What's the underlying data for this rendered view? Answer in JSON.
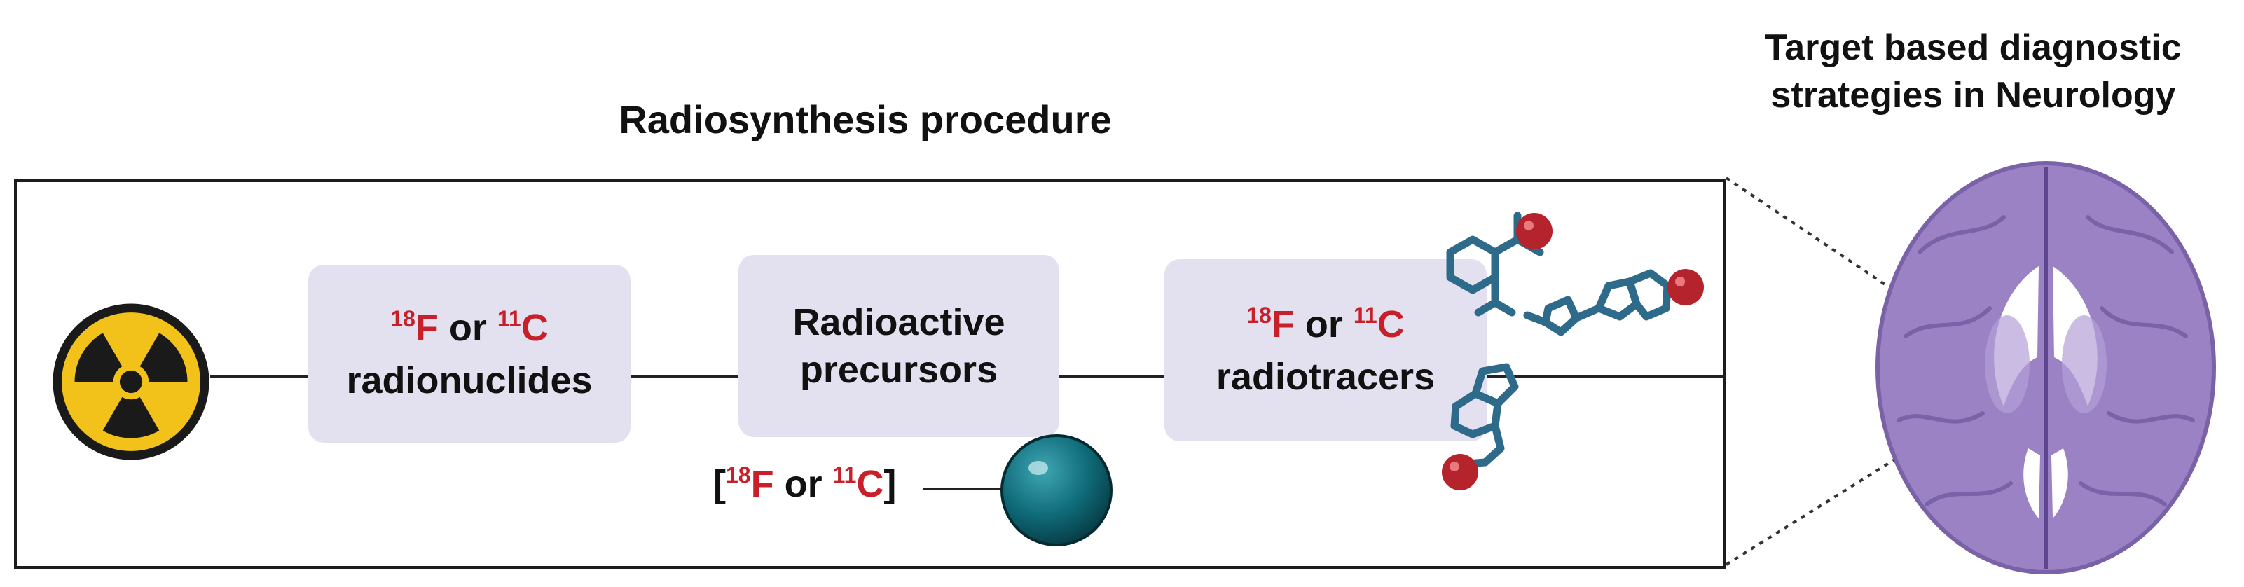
{
  "titles": {
    "procedure": "Radiosynthesis procedure",
    "target_line1": "Target based diagnostic",
    "target_line2": "strategies in Neurology"
  },
  "boxes": [
    {
      "iso1": "18",
      "el1": "F",
      "or": " or ",
      "iso2": "11",
      "el2": "C",
      "text": "radionuclides"
    },
    {
      "line1": "Radioactive",
      "line2": "precursors"
    },
    {
      "iso1": "18",
      "el1": "F",
      "or": " or ",
      "iso2": "11",
      "el2": "C",
      "text": "radiotracers"
    }
  ],
  "precursor_label": {
    "open": "[",
    "iso1": "18",
    "el1": "F",
    "or": " or ",
    "iso2": "11",
    "el2": "C",
    "close": "]"
  },
  "icons": [
    "radiation-icon",
    "precursor-sphere-icon",
    "molecule-icon",
    "brain-icon"
  ],
  "colors": {
    "accent_red": "#c8202a",
    "box_fill": "#e3e1f0",
    "molecule": "#2e6a8a",
    "sphere": "#0f6a78",
    "brain": "#9b82c4",
    "radiation_yellow": "#f2c21b"
  }
}
